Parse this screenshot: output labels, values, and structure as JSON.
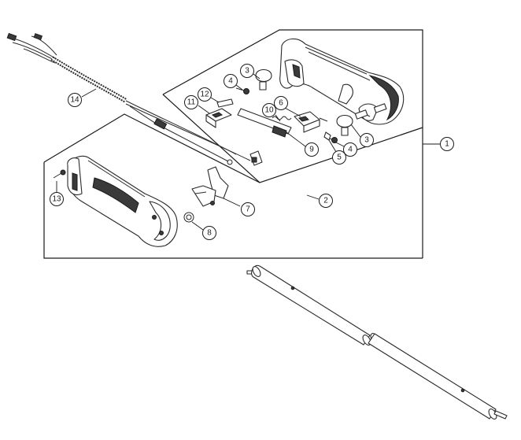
{
  "callouts": [
    {
      "label": "1"
    },
    {
      "label": "2"
    },
    {
      "label": "3"
    },
    {
      "label": "3"
    },
    {
      "label": "4"
    },
    {
      "label": "4"
    },
    {
      "label": "5"
    },
    {
      "label": "6"
    },
    {
      "label": "7"
    },
    {
      "label": "8"
    },
    {
      "label": "9"
    },
    {
      "label": "10"
    },
    {
      "label": "11"
    },
    {
      "label": "12"
    },
    {
      "label": "13"
    },
    {
      "label": "14"
    }
  ]
}
